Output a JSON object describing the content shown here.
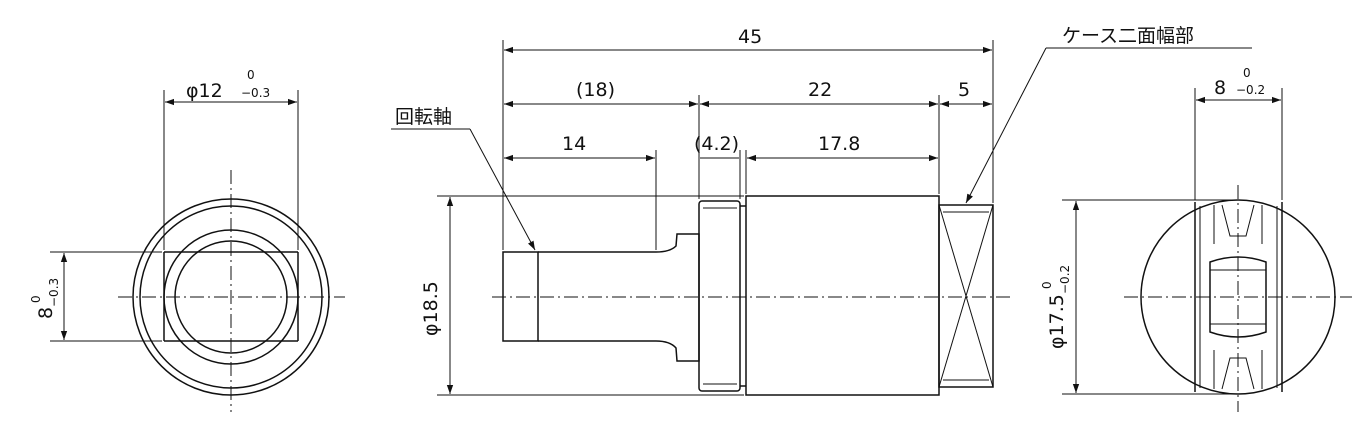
{
  "labels": {
    "rotation_axis": "回転軸",
    "case_flats": "ケース二面幅部"
  },
  "dimensions": {
    "overall_length": "45",
    "shaft_section": "(18)",
    "case_section": "22",
    "flats_section": "5",
    "shaft_flat_length": "14",
    "collar_length": "(4.2)",
    "case_body_length": "17.8",
    "body_diameter": "φ18.5",
    "left_dia_main": "φ12",
    "left_dia_tol_upper": "0",
    "left_dia_tol_lower": "−0.3",
    "left_flat_main": "8",
    "left_flat_tol_upper": "0",
    "left_flat_tol_lower": "−0.3",
    "right_width_main": "8",
    "right_width_tol_upper": "0",
    "right_width_tol_lower": "−0.2",
    "right_dia_main": "φ17.5",
    "right_dia_tol_upper": "0",
    "right_dia_tol_lower": "−0.2"
  }
}
